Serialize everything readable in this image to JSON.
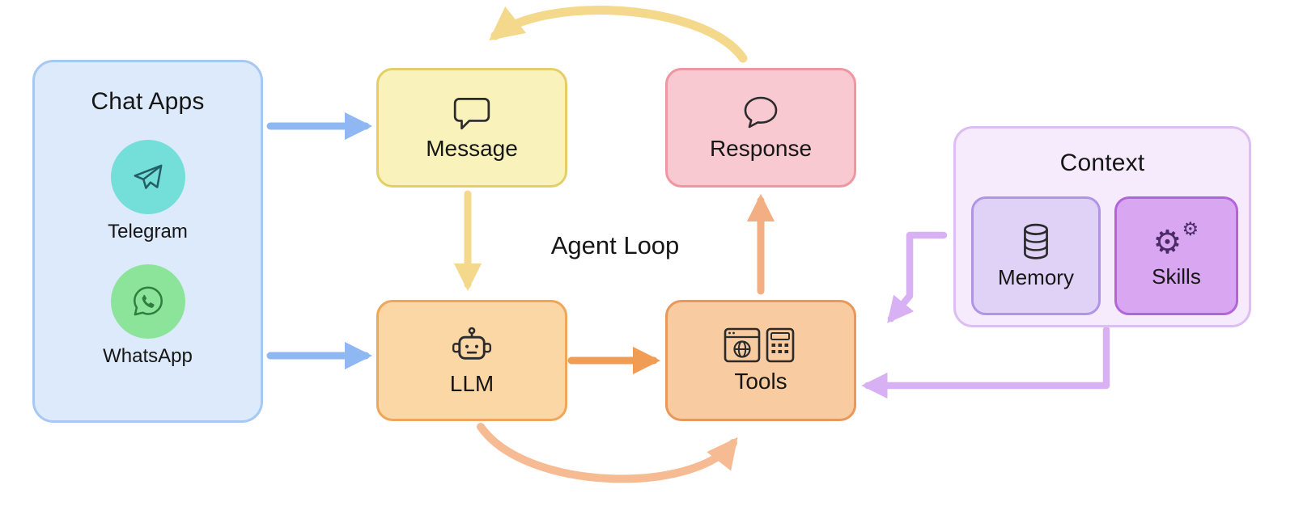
{
  "chat_apps": {
    "title": "Chat Apps",
    "items": [
      {
        "label": "Telegram",
        "icon": "telegram-paper-plane-icon",
        "circle_color": "#74ded9"
      },
      {
        "label": "WhatsApp",
        "icon": "whatsapp-phone-bubble-icon",
        "circle_color": "#8ce49a"
      }
    ]
  },
  "nodes": {
    "message": {
      "label": "Message",
      "icon": "square-speech-bubble-icon",
      "fill": "#faf2bb",
      "border": "#e4cf66"
    },
    "response": {
      "label": "Response",
      "icon": "round-speech-bubble-icon",
      "fill": "#f8c9d0",
      "border": "#ee96a1"
    },
    "llm": {
      "label": "LLM",
      "icon": "robot-icon",
      "fill": "#fbd7a6",
      "border": "#efa658"
    },
    "tools": {
      "label": "Tools",
      "icon": "browser-calculator-icon",
      "fill": "#f8cba0",
      "border": "#e9985a"
    }
  },
  "center_label": "Agent Loop",
  "context": {
    "title": "Context",
    "memory": {
      "label": "Memory",
      "icon": "database-icon",
      "fill": "#e0d2f7",
      "border": "#b095e6"
    },
    "skills": {
      "label": "Skills",
      "icon": "gears-icon",
      "glyph": "⚙",
      "fill": "#d9a7f2",
      "border": "#b264d9"
    }
  },
  "arrows": {
    "blue": "#8fb8f2",
    "yellow": "#f4d98c",
    "orange": "#f09c55",
    "orange_light": "#f3ae84",
    "orange_curve": "#f6bb92",
    "purple": "#d8b0f4"
  }
}
